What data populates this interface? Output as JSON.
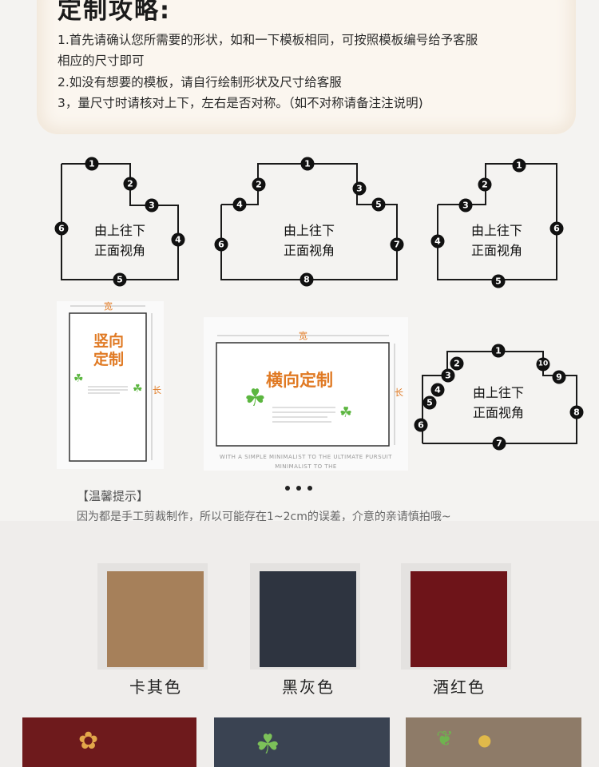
{
  "guide": {
    "title": "定制攻略:",
    "line1": "1.首先请确认您所需要的形状，如和一下模板相同，可按照模板编号给予客服",
    "line2": "相应的尺寸即可",
    "line3": "2.如没有想要的模板，请自行绘制形状及尺寸给客服",
    "line4": "3，量尺寸时请核对上下，左右是否对称。（如不对称请备注注说明)"
  },
  "shapes": [
    {
      "caption1": "由上往下",
      "caption2": "正面视角",
      "numbers": [
        "1",
        "2",
        "3",
        "4",
        "5",
        "6"
      ]
    },
    {
      "caption1": "由上往下",
      "caption2": "正面视角",
      "numbers": [
        "1",
        "2",
        "3",
        "4",
        "5",
        "6",
        "7",
        "8"
      ]
    },
    {
      "caption1": "由上往下",
      "caption2": "正面视角",
      "numbers": [
        "1",
        "2",
        "3",
        "4",
        "5",
        "6"
      ]
    },
    {
      "caption1": "由上往下",
      "caption2": "正面视角",
      "numbers": [
        "1",
        "2",
        "3",
        "4",
        "5",
        "6",
        "7",
        "8",
        "9",
        "10"
      ]
    }
  ],
  "orientation": {
    "vertical_label_1": "竖向",
    "vertical_label_2": "定制",
    "horizontal_label": "横向定制",
    "width_label": "宽",
    "length_label": "长",
    "slogan_1": "WITH A SIMPLE MINIMALIST TO THE ULTIMATE PURSUIT",
    "slogan_2": "MINIMALIST TO THE"
  },
  "tip": {
    "title": "【温馨提示】",
    "text": "因为都是手工剪裁制作，所以可能存在1~2cm的误差，介意的亲请慎拍哦~"
  },
  "swatches": [
    {
      "name": "卡其色",
      "color": "#a6805a"
    },
    {
      "name": "黑灰色",
      "color": "#2e3440"
    },
    {
      "name": "酒红色",
      "color": "#6e1419"
    }
  ],
  "colors": {
    "accent": "#e07a24",
    "clover": "#5cb640"
  }
}
